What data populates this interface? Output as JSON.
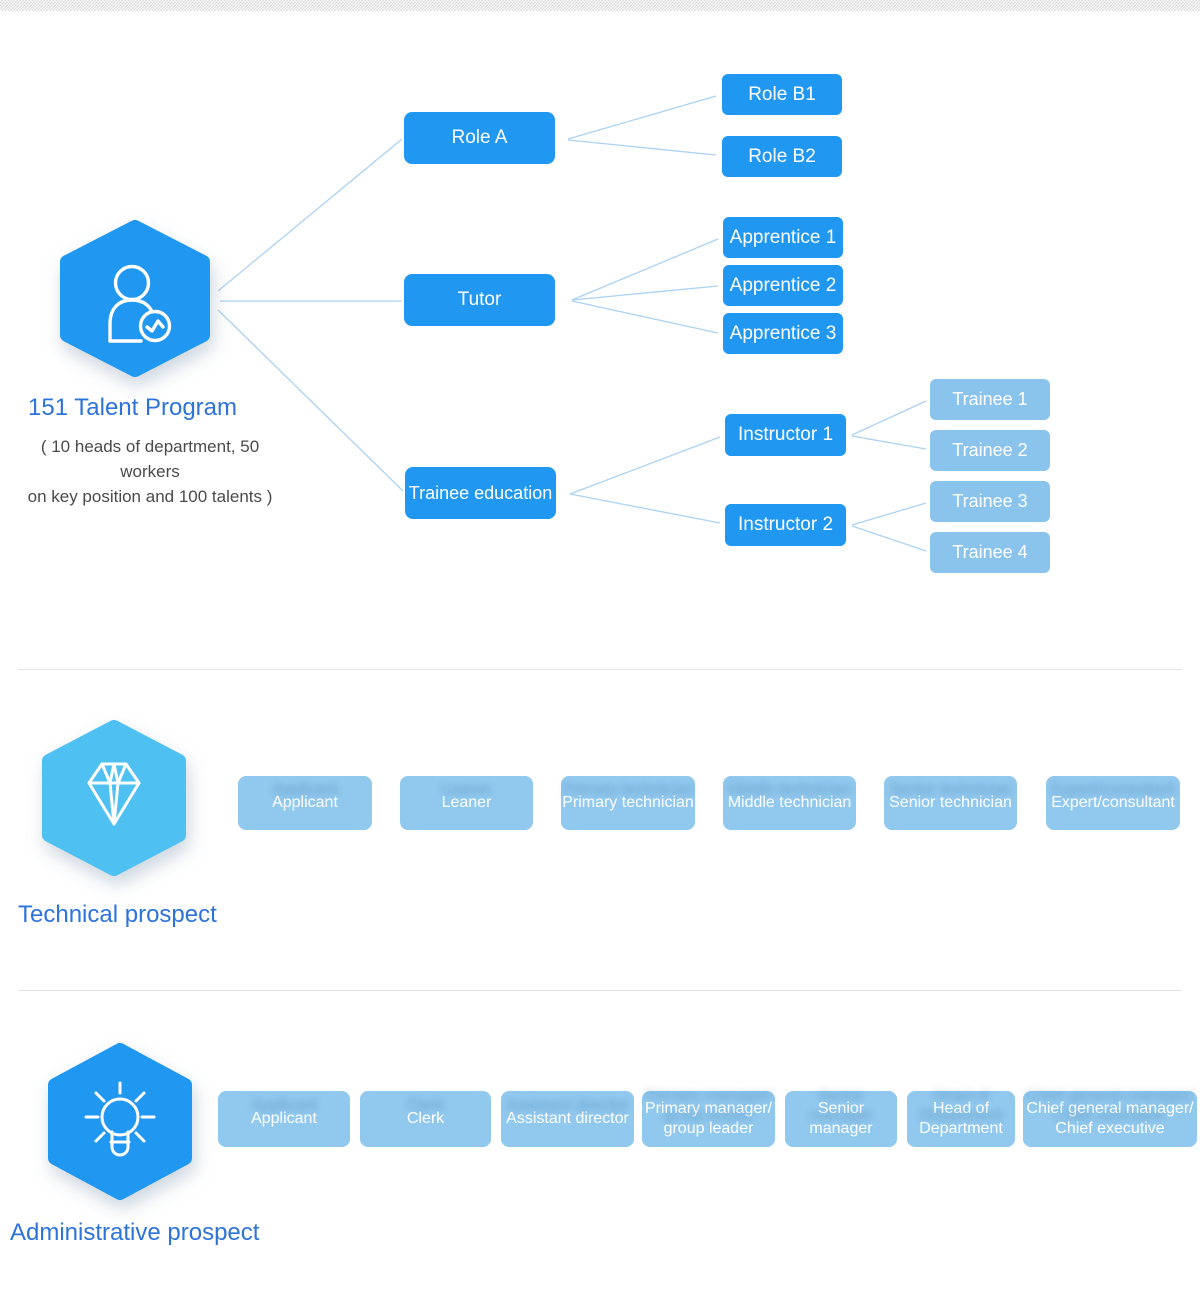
{
  "program": {
    "title": "151 Talent Program",
    "subtitle_line1": "( 10 heads of department, 50 workers",
    "subtitle_line2": "on key position and 100 talents )",
    "icon": "person-pulse-icon",
    "nodes": {
      "role_a": "Role A",
      "role_b1": "Role B1",
      "role_b2": "Role B2",
      "tutor": "Tutor",
      "apprentice_1": "Apprentice 1",
      "apprentice_2": "Apprentice 2",
      "apprentice_3": "Apprentice 3",
      "trainee_education": "Trainee education",
      "instructor_1": "Instructor 1",
      "instructor_2": "Instructor 2",
      "trainee_1": "Trainee 1",
      "trainee_2": "Trainee 2",
      "trainee_3": "Trainee 3",
      "trainee_4": "Trainee 4"
    }
  },
  "technical": {
    "title": "Technical prospect",
    "icon": "diamond-icon",
    "levels": [
      "Applicant",
      "Leaner",
      "Primary technician",
      "Middle technician",
      "Senior technician",
      "Expert/consultant"
    ]
  },
  "administrative": {
    "title": "Administrative prospect",
    "icon": "lightbulb-icon",
    "levels": [
      {
        "lines": [
          "Applicant",
          ""
        ]
      },
      {
        "lines": [
          "Clerk",
          ""
        ]
      },
      {
        "lines": [
          "Assistant director",
          ""
        ]
      },
      {
        "lines": [
          "Primary manager/",
          "group leader"
        ]
      },
      {
        "lines": [
          "Senior",
          "manager"
        ]
      },
      {
        "lines": [
          "Head of",
          "Department"
        ]
      },
      {
        "lines": [
          "Chief general manager/",
          "Chief executive"
        ]
      }
    ]
  },
  "colors": {
    "primary_blue": "#2097f1",
    "light_node_blue": "#8ac4ec",
    "row_box_blue": "#90c8ee",
    "sky_hexagon_blue": "#4ec1f2",
    "title_blue": "#2d73da",
    "connector_blue": "#abd2f4",
    "subtitle_gray": "#4a4a4a"
  }
}
